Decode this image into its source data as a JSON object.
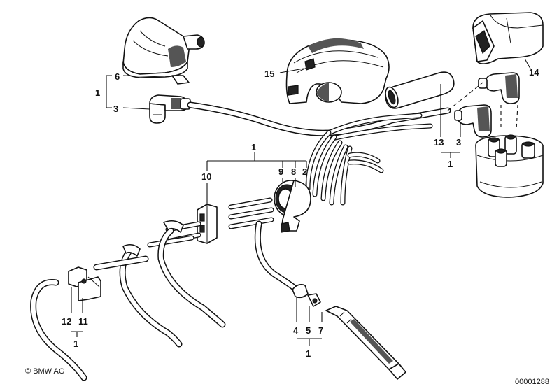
{
  "diagram": {
    "callouts": {
      "c6": "6",
      "c1_top_left": "1",
      "c3_left": "3",
      "c15": "15",
      "c14": "14",
      "c13": "13",
      "c3_right": "3",
      "c1_right": "1",
      "c1_center": "1",
      "c10": "10",
      "c9": "9",
      "c8": "8",
      "c2": "2",
      "c12": "12",
      "c11": "11",
      "c1_bottom_left": "1",
      "c4": "4",
      "c5": "5",
      "c7": "7",
      "c1_bottom_center": "1"
    },
    "copyright": "© BMW AG",
    "image_number": "00001288"
  }
}
